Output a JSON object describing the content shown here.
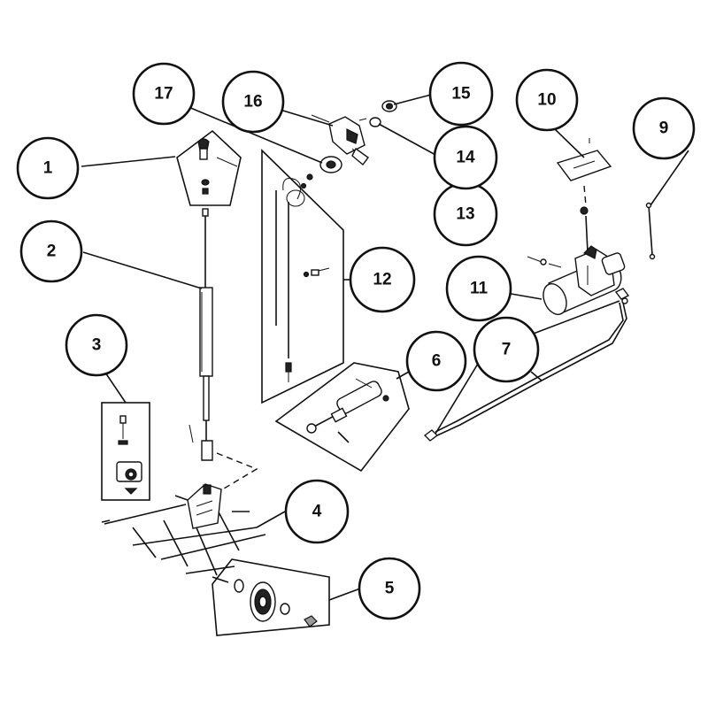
{
  "callouts": [
    {
      "id": "1",
      "label": "1"
    },
    {
      "id": "2",
      "label": "2"
    },
    {
      "id": "3",
      "label": "3"
    },
    {
      "id": "4",
      "label": "4"
    },
    {
      "id": "5",
      "label": "5"
    },
    {
      "id": "6",
      "label": "6"
    },
    {
      "id": "7",
      "label": "7"
    },
    {
      "id": "9",
      "label": "9"
    },
    {
      "id": "10",
      "label": "10"
    },
    {
      "id": "11",
      "label": "11"
    },
    {
      "id": "12",
      "label": "12"
    },
    {
      "id": "13",
      "label": "13"
    },
    {
      "id": "14",
      "label": "14"
    },
    {
      "id": "15",
      "label": "15"
    },
    {
      "id": "16",
      "label": "16"
    },
    {
      "id": "17",
      "label": "17"
    }
  ],
  "colors": {
    "ink": "#111111",
    "paper": "#ffffff",
    "shade": "#9a9a9a"
  }
}
